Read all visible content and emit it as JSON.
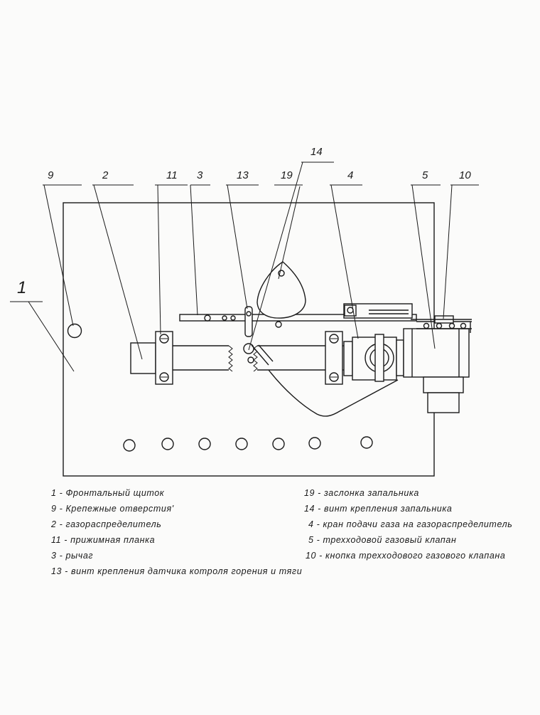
{
  "callouts": [
    {
      "id": "1",
      "label": "1"
    },
    {
      "id": "9",
      "label": "9"
    },
    {
      "id": "2",
      "label": "2"
    },
    {
      "id": "11",
      "label": "11"
    },
    {
      "id": "3",
      "label": "3"
    },
    {
      "id": "13",
      "label": "13"
    },
    {
      "id": "19",
      "label": "19"
    },
    {
      "id": "14",
      "label": "14"
    },
    {
      "id": "4",
      "label": "4"
    },
    {
      "id": "5",
      "label": "5"
    },
    {
      "id": "10",
      "label": "10"
    }
  ],
  "legend": {
    "left": [
      "1 - Фронтальный щиток",
      "9 - Крепежные отверстия'",
      "2 - газораспределитель",
      "11 - прижимная планка",
      "3 - рычаг",
      "13 - винт крепления датчика котроля горения и тяги"
    ],
    "right": [
      "19 - заслонка запальника",
      "14 - винт крепления запальника",
      "4 - кран подачи газа на газораспределитель",
      "5 - трехходовой газовый клапан",
      "10 - кнопка трехходового газового клапана"
    ]
  }
}
